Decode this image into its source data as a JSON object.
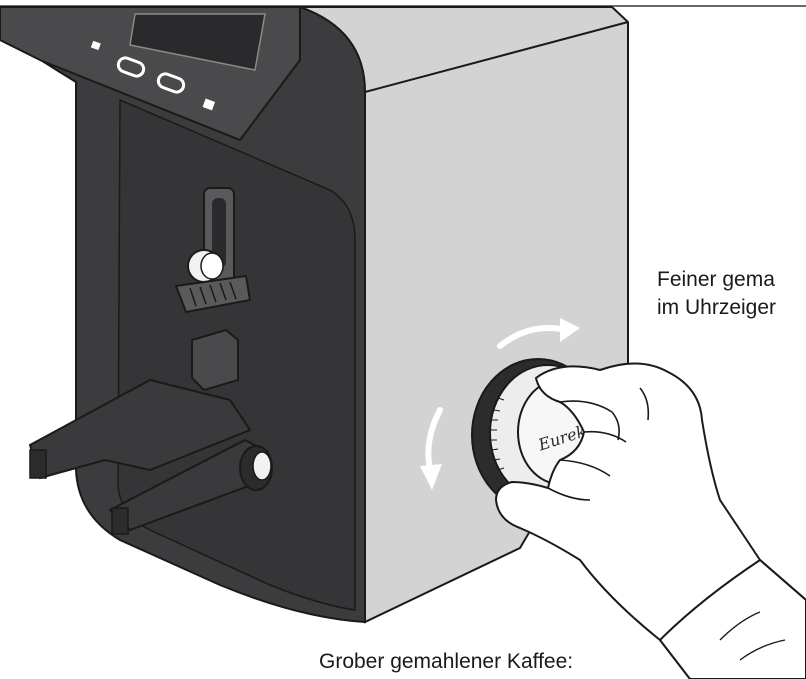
{
  "labels": {
    "fine_line1": "Feiner gema",
    "fine_line2": "im Uhrzeiger",
    "coarse": "Grober gemahlener Kaffee:"
  },
  "device": {
    "logo_text": "Eureka"
  },
  "colors": {
    "body_dark": "#3c3c3e",
    "side_panel": "#d3d3d3",
    "hand_fill": "#ffffff",
    "outline": "#1a1a1a"
  },
  "icons": [
    "clockwise-arrow-icon",
    "counterclockwise-arrow-icon",
    "grind-adjustment-dial",
    "hand"
  ]
}
